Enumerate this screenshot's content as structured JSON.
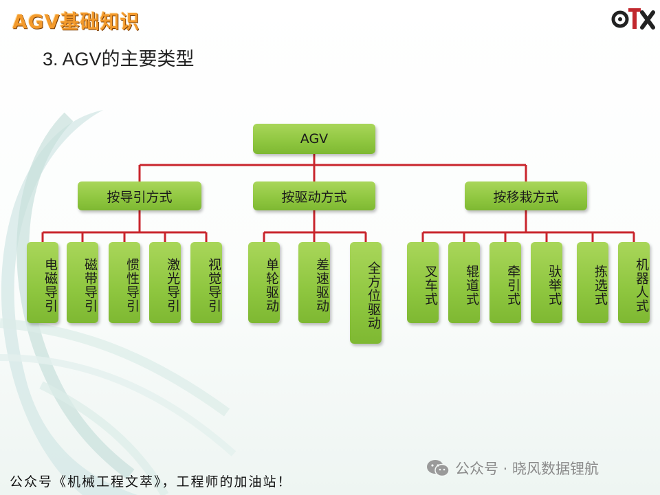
{
  "header": {
    "title": "AGV基础知识",
    "subtitle": "3. AGV的主要类型"
  },
  "diagram": {
    "root": "AGV",
    "categories": [
      {
        "label": "按导引方式",
        "children": [
          "电磁导引",
          "磁带导引",
          "惯性导引",
          "激光导引",
          "视觉导引"
        ]
      },
      {
        "label": "按驱动方式",
        "children": [
          "单轮驱动",
          "差速驱动",
          "全方位驱动"
        ]
      },
      {
        "label": "按移栽方式",
        "children": [
          "叉车式",
          "辊道式",
          "牵引式",
          "驮举式",
          "拣选式",
          "机器人式"
        ]
      }
    ],
    "line_color": "#c9252c",
    "node_color": "#8ec63f"
  },
  "footer": {
    "left_text": "公众号《机械工程文萃》，工程师的加油站！",
    "watermark": "公众号 · 晓风数据锂航"
  },
  "colors": {
    "title": "#f39a2c",
    "watermark": "#8a8a8a"
  }
}
